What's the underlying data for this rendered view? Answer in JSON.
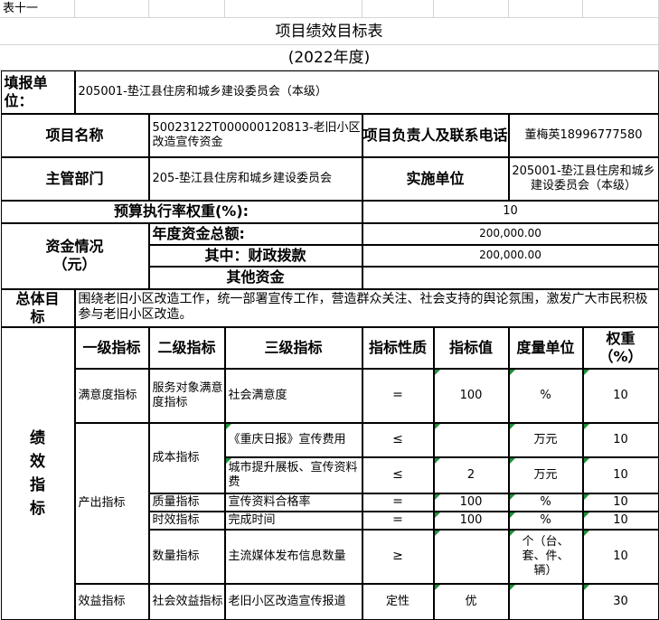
{
  "sheet": {
    "label": "表十一",
    "title": "项目绩效目标表",
    "year": "(2022年度)"
  },
  "info": {
    "unit_label": "填报单位：",
    "unit_value": "205001-垫江县住房和城乡建设委员会（本级）",
    "project_name_label": "项目名称",
    "project_name_value": "50023122T000000120813-老旧小区改造宣传资金",
    "contact_label": "项目负责人及联系电话",
    "contact_value": "董梅英18996777580",
    "dept_label": "主管部门",
    "dept_value": "205-垫江县住房和城乡建设委员会",
    "impl_label": "实施单位",
    "impl_value": "205001-垫江县住房和城乡建设委员会（本级）",
    "budget_weight_label": "预算执行率权重(%):",
    "budget_weight_value": "10",
    "funds_label": "资金情况（元）",
    "annual_total_label": "年度资金总额:",
    "annual_total_value": "200,000.00",
    "fiscal_label": "其中：财政拨款",
    "fiscal_value": "200,000.00",
    "other_label": "其他资金",
    "other_value": "",
    "overall_label": "总体目标",
    "overall_value": "围绕老旧小区改造工作，统一部署宣传工作，营造群众关注、社会支持的舆论氛围，激发广大市民积极参与老旧小区改造。"
  },
  "performance": {
    "side_label": "绩效指标",
    "headers": [
      "一级指标",
      "二级指标",
      "三级指标",
      "指标性质",
      "指标值",
      "度量单位",
      "权重（%）"
    ],
    "rows": [
      {
        "level1": "满意度指标",
        "level2": "服务对象满意度指标",
        "level3": "社会满意度",
        "nature": "=",
        "value": "100",
        "unit": "%",
        "weight": "10"
      },
      {
        "level1": "",
        "level2": "成本指标",
        "level3": "《重庆日报》宣传费用",
        "nature": "≤",
        "value": "",
        "unit": "万元",
        "weight": "10"
      },
      {
        "level1": "",
        "level2": "",
        "level3": "城市提升展板、宣传资料费",
        "nature": "≤",
        "value": "2",
        "unit": "万元",
        "weight": "10"
      },
      {
        "level1": "产出指标",
        "level2": "质量指标",
        "level3": "宣传资料合格率",
        "nature": "=",
        "value": "100",
        "unit": "%",
        "weight": "10"
      },
      {
        "level1": "",
        "level2": "时效指标",
        "level3": "完成时间",
        "nature": "=",
        "value": "100",
        "unit": "%",
        "weight": "10"
      },
      {
        "level1": "",
        "level2": "数量指标",
        "level3": "主流媒体发布信息数量",
        "nature": "≥",
        "value": "",
        "unit": "个（台、套、件、辆）",
        "weight": "10"
      },
      {
        "level1": "效益指标",
        "level2": "社会效益指标",
        "level3": "老旧小区改造宣传报道",
        "nature": "定性",
        "value": "优",
        "unit": "",
        "weight": "30"
      }
    ]
  }
}
